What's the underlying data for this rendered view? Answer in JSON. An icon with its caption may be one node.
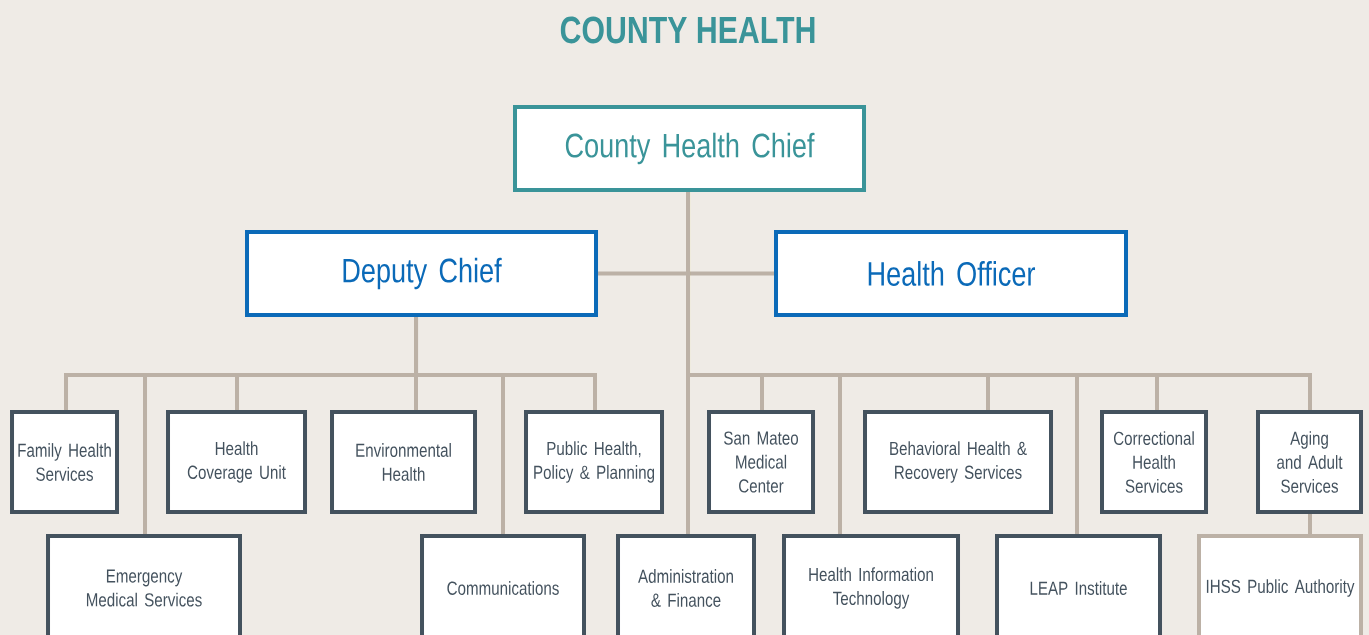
{
  "diagram": {
    "title": "COUNTY HEALTH",
    "nodes": [
      {
        "text": [
          "County Health Chief"
        ]
      },
      {
        "text": [
          "Deputy Chief"
        ]
      },
      {
        "text": [
          "Health Officer"
        ]
      },
      {
        "text": [
          "Family Health Services"
        ]
      },
      {
        "text": [
          "Health Coverage Unit"
        ]
      },
      {
        "text": [
          "Environmental Health"
        ]
      },
      {
        "text": [
          "Public Health, Policy & Planning"
        ]
      },
      {
        "text": [
          "San Mateo Medical Center"
        ]
      },
      {
        "text": [
          "Behavioral Health & Recovery Services"
        ]
      },
      {
        "text": [
          "Correctional Health Services"
        ]
      },
      {
        "text": [
          "Aging and Adult Services"
        ]
      },
      {
        "text": [
          "Emergency Medical Services"
        ]
      },
      {
        "text": [
          "Communications"
        ]
      },
      {
        "text": [
          "Administration & Finance"
        ]
      },
      {
        "text": [
          "Health Information Technology"
        ]
      },
      {
        "text": [
          "LEAP Institute"
        ]
      },
      {
        "text": [
          "IHSS Public Authority"
        ]
      }
    ],
    "edges": [
      {
        "from": 0,
        "to": 1,
        "arrow": "none"
      },
      {
        "from": 0,
        "to": 2,
        "arrow": "none"
      },
      {
        "from": 1,
        "to": 3,
        "arrow": "none"
      },
      {
        "from": 1,
        "to": 11,
        "arrow": "none"
      },
      {
        "from": 1,
        "to": 4,
        "arrow": "none"
      },
      {
        "from": 1,
        "to": 5,
        "arrow": "none"
      },
      {
        "from": 1,
        "to": 12,
        "arrow": "none"
      },
      {
        "from": 1,
        "to": 6,
        "arrow": "none"
      },
      {
        "from": 0,
        "to": 13,
        "arrow": "none"
      },
      {
        "from": 0,
        "to": 7,
        "arrow": "none"
      },
      {
        "from": 0,
        "to": 14,
        "arrow": "none"
      },
      {
        "from": 0,
        "to": 8,
        "arrow": "none"
      },
      {
        "from": 0,
        "to": 15,
        "arrow": "none"
      },
      {
        "from": 0,
        "to": 9,
        "arrow": "none"
      },
      {
        "from": 0,
        "to": 10,
        "arrow": "none"
      },
      {
        "from": 10,
        "to": 16,
        "arrow": "none"
      }
    ]
  }
}
